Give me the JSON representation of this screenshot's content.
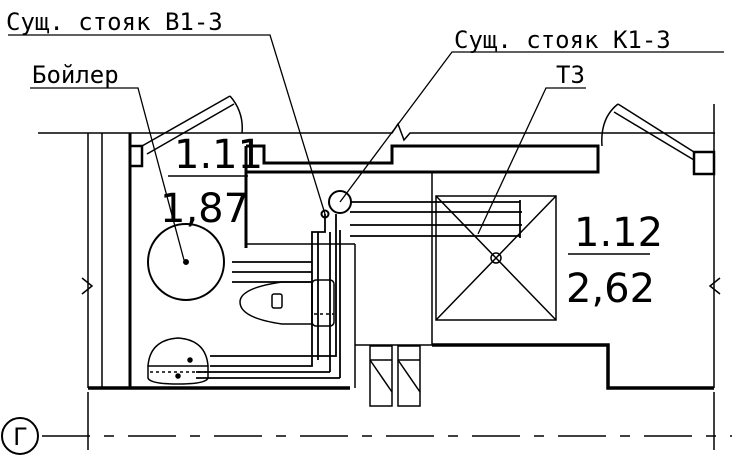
{
  "labels": {
    "riser_b": "Сущ. стояк В1-3",
    "riser_k": "Сущ. стояк К1-3",
    "boiler": "Бойлер",
    "t3": "Т3"
  },
  "rooms": [
    {
      "number": "1.11",
      "area": "1,87"
    },
    {
      "number": "1.12",
      "area": "2,62"
    }
  ],
  "grid_axis": "Г"
}
